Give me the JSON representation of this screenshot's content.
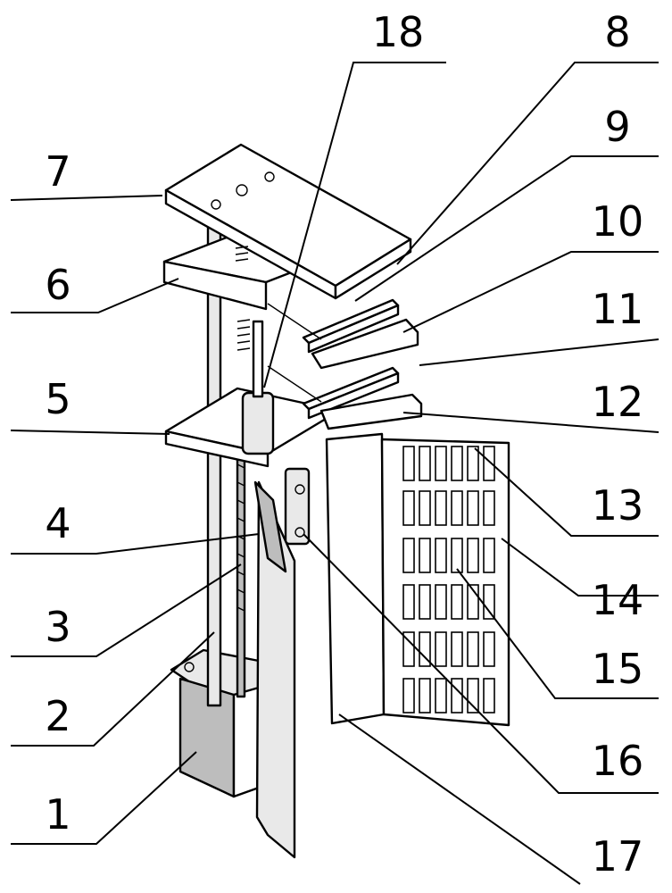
{
  "figure": {
    "labels": [
      "1",
      "2",
      "3",
      "4",
      "5",
      "6",
      "7",
      "8",
      "9",
      "10",
      "11",
      "12",
      "13",
      "14",
      "15",
      "16",
      "17",
      "18"
    ]
  }
}
